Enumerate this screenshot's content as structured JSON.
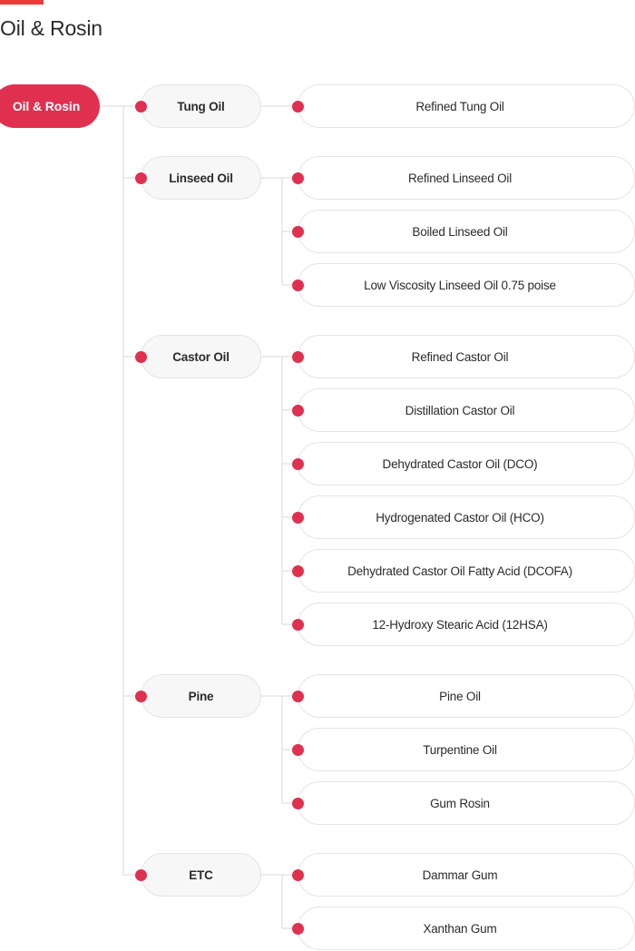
{
  "header": {
    "title": "Oil & Rosin",
    "accent_color": "#ec3a3a"
  },
  "theme": {
    "root_node_color": "#e0304f",
    "dot_color": "#e0304f",
    "level2_fill": "#f7f7f7",
    "level3_fill": "#ffffff",
    "border_color": "#e4e4e4",
    "connector_color": "#d8d8d8",
    "text_color": "#2b2b2b"
  },
  "tree": {
    "root": {
      "label": "Oil & Rosin"
    },
    "branches": [
      {
        "label": "Tung Oil",
        "children": [
          {
            "label": "Refined Tung Oil"
          }
        ]
      },
      {
        "label": "Linseed Oil",
        "children": [
          {
            "label": "Refined Linseed Oil"
          },
          {
            "label": "Boiled Linseed Oil"
          },
          {
            "label": "Low Viscosity Linseed Oil 0.75 poise"
          }
        ]
      },
      {
        "label": "Castor Oil",
        "children": [
          {
            "label": "Refined Castor Oil"
          },
          {
            "label": "Distillation Castor Oil"
          },
          {
            "label": "Dehydrated Castor Oil (DCO)"
          },
          {
            "label": "Hydrogenated Castor Oil (HCO)"
          },
          {
            "label": "Dehydrated Castor Oil Fatty Acid (DCOFA)"
          },
          {
            "label": "12-Hydroxy Stearic Acid (12HSA)"
          }
        ]
      },
      {
        "label": "Pine",
        "children": [
          {
            "label": "Pine  Oil"
          },
          {
            "label": "Turpentine Oil"
          },
          {
            "label": "Gum Rosin"
          }
        ]
      },
      {
        "label": "ETC",
        "children": [
          {
            "label": "Dammar Gum"
          },
          {
            "label": "Xanthan Gum"
          }
        ]
      }
    ]
  }
}
